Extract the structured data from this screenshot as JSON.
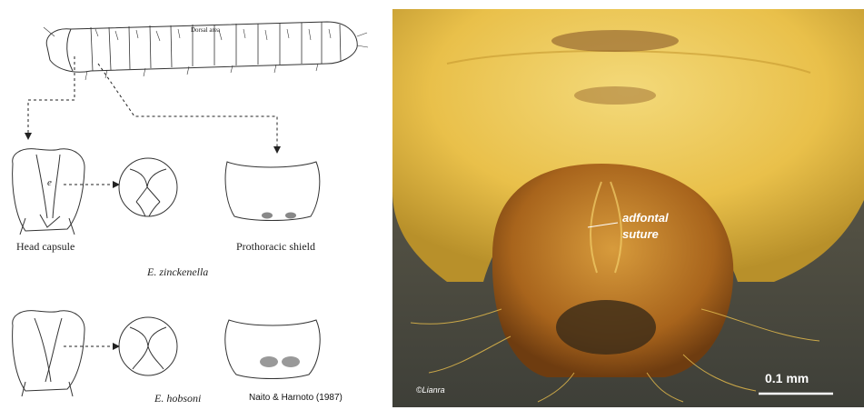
{
  "left_panel": {
    "larva_annotation": "Dorsal area",
    "label_e": "e",
    "head_capsule_label": "Head capsule",
    "prothoracic_shield_label": "Prothoracic shield",
    "species_1": "E. zinckenella",
    "species_2": "E. hobsoni",
    "credit": "Naito & Harnoto (1987)"
  },
  "right_panel": {
    "annotation_line1": "adfontal",
    "annotation_line2": "suture",
    "watermark": "©Lianra",
    "scale_bar_label": "0.1 mm"
  },
  "colors": {
    "photo_background": "#5a5a4e",
    "larva_yellow": "#e9c04a",
    "head_brown": "#a8641c",
    "annotation_text": "#ffffff"
  }
}
